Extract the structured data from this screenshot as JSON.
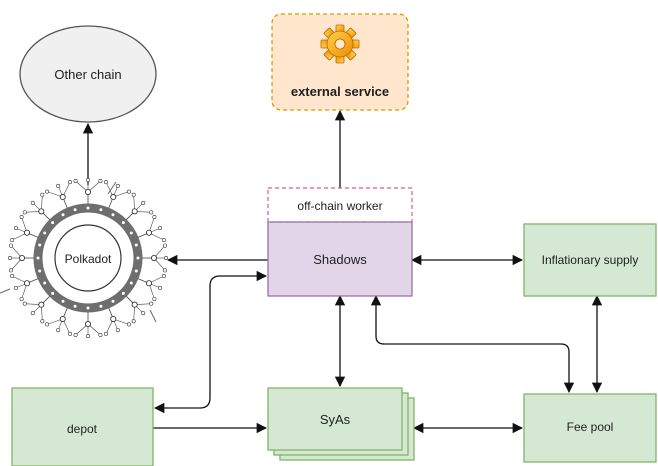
{
  "nodes": {
    "other_chain": "Other chain",
    "external_service": "external service",
    "off_chain_worker": "off-chain worker",
    "shadows": "Shadows",
    "polkadot": "Polkadot",
    "inflationary_supply": "Inflationary supply",
    "depot": "depot",
    "syas": "SyAs",
    "fee_pool": "Fee pool"
  },
  "colors": {
    "green_fill": "#d5e8d4",
    "green_stroke": "#82b366",
    "purple_fill": "#e1d5e7",
    "purple_stroke": "#9673a6",
    "orange_fill": "#ffe6cc",
    "orange_stroke": "#d79b00",
    "grey_fill": "#f0f0f0",
    "grey_stroke": "#555555",
    "pink_stroke": "#e05a82"
  },
  "icons": {
    "external_service": "gear-icon",
    "polkadot": "polkadot-relay-chain-icon"
  }
}
